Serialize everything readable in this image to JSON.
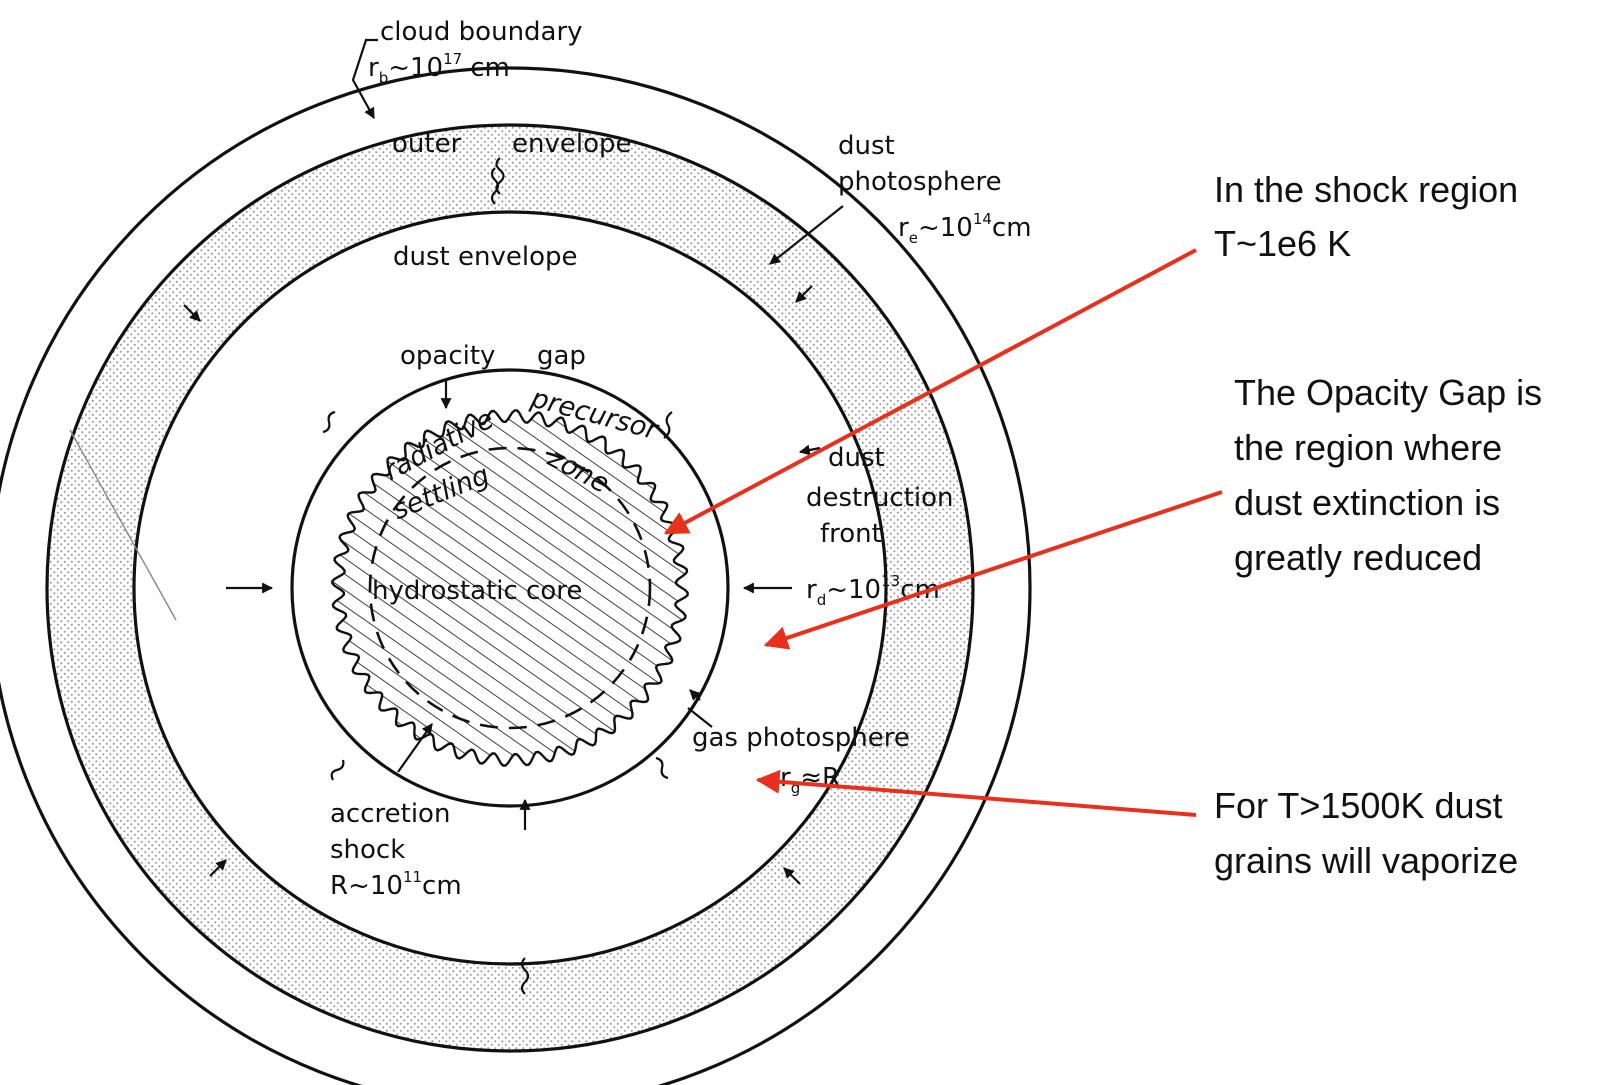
{
  "diagram": {
    "labels": {
      "cloud_boundary": "cloud boundary",
      "cloud_radius": "r",
      "cloud_radius_sub": "b",
      "cloud_radius_val": "~10",
      "cloud_radius_exp": "17",
      "cloud_radius_unit": "cm",
      "outer_envelope_a": "outer",
      "outer_envelope_b": "envelope",
      "dust_photosphere_a": "dust",
      "dust_photosphere_b": "photosphere",
      "dust_photo_radius": "r",
      "dust_photo_radius_sub": "e",
      "dust_photo_radius_val": "~10",
      "dust_photo_radius_exp": "14",
      "dust_photo_radius_unit": "cm",
      "dust_envelope": "dust envelope",
      "opacity_gap_a": "opacity",
      "opacity_gap_b": "gap",
      "radiative_precursor_a": "radiative",
      "radiative_precursor_b": "precursor",
      "settling_zone_a": "settling",
      "settling_zone_b": "zone",
      "hydrostatic_core": "hydrostatic core",
      "dust_destruction_a": "dust",
      "dust_destruction_b": "destruction",
      "dust_destruction_c": "front",
      "dust_destruction_radius": "r",
      "dust_destruction_radius_sub": "d",
      "dust_destruction_radius_val": "~10",
      "dust_destruction_radius_exp": "13",
      "dust_destruction_radius_unit": "cm",
      "gas_photosphere": "gas photosphere",
      "gas_photo_radius": "r",
      "gas_photo_radius_sub": "g",
      "gas_photo_radius_val": "≈R",
      "accretion_shock_a": "accretion",
      "accretion_shock_b": "shock",
      "accretion_radius": "R~10",
      "accretion_radius_exp": "11",
      "accretion_radius_unit": "cm"
    },
    "annotations": {
      "shock": [
        "In the shock region",
        "T~1e6 K"
      ],
      "opacity_gap": [
        "The Opacity Gap is",
        "the region where",
        "dust extinction is",
        "greatly reduced"
      ],
      "vaporize": [
        "For T>1500K dust",
        "grains will vaporize"
      ]
    },
    "colors": {
      "ink": "#111111",
      "annotation_arrow": "#e8301c",
      "dust_stipple": "#9a9a9a"
    }
  }
}
